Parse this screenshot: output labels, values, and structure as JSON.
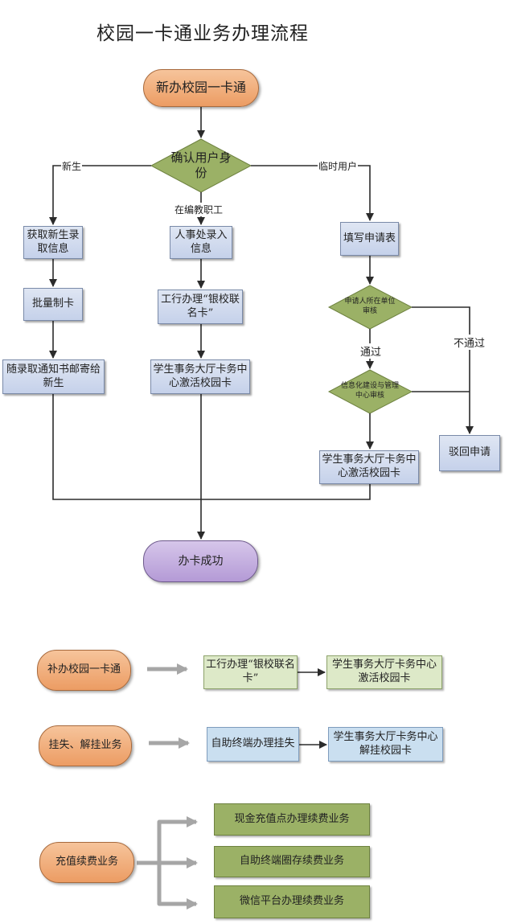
{
  "title": "校园一卡通业务办理流程",
  "flow": {
    "start": "新办校园一卡通",
    "decision_identity": "确认用户身份",
    "branch_new": "新生",
    "branch_staff": "在编教职工",
    "branch_temp": "临时用户",
    "new_step1": "获取新生录取信息",
    "new_step2": "批量制卡",
    "new_step3": "随录取通知书邮寄给新生",
    "staff_step1": "人事处录入信息",
    "staff_step2": "工行办理“银校联名卡”",
    "staff_step3": "学生事务大厅卡务中心激活校园卡",
    "temp_step1": "填写申请表",
    "temp_decision1": "申请人所在单位审核",
    "temp_pass": "通过",
    "temp_fail": "不通过",
    "temp_decision2": "信息化建设与管理中心审核",
    "temp_step2": "学生事务大厅卡务中心激活校园卡",
    "reject": "驳回申请",
    "end": "办卡成功"
  },
  "reissue": {
    "title": "补办校园一卡通",
    "step1": "工行办理“银校联名卡”",
    "step2": "学生事务大厅卡务中心激活校园卡"
  },
  "loss": {
    "title": "挂失、解挂业务",
    "step1": "自助终端办理挂失",
    "step2": "学生事务大厅卡务中心解挂校园卡"
  },
  "topup": {
    "title": "充值续费业务",
    "options": [
      "现金充值点办理续费业务",
      "自助终端圈存续费业务",
      "微信平台办理续费业务"
    ]
  },
  "colors": {
    "line": "#2b2b2b",
    "orange": "#ec9c63",
    "purple": "#b49ad6",
    "diamond_green": "#9bb166",
    "rect_blue": "#c5d1ea",
    "gray_arrow": "#a6a6a6"
  }
}
